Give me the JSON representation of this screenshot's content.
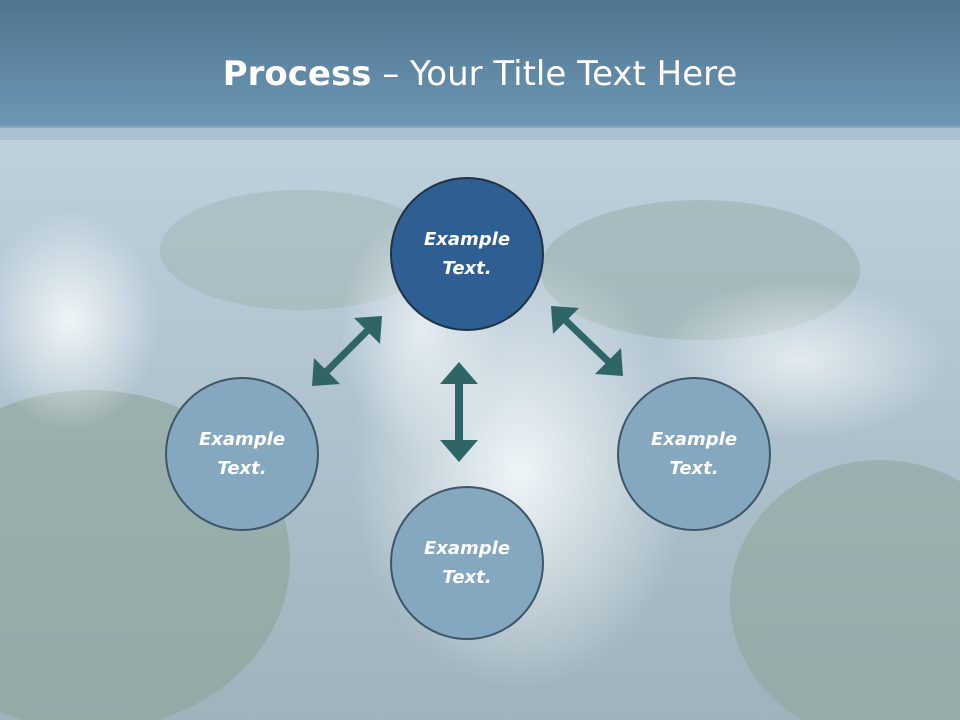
{
  "slide": {
    "title_bold": "Process",
    "title_rest": " – Your Title Text Here"
  },
  "nodes": [
    {
      "id": "top",
      "line1": "Example",
      "line2": "Text."
    },
    {
      "id": "left",
      "line1": "Example",
      "line2": "Text."
    },
    {
      "id": "bottom",
      "line1": "Example",
      "line2": "Text."
    },
    {
      "id": "right",
      "line1": "Example",
      "line2": "Text."
    }
  ],
  "colors": {
    "header": "#5f88a6",
    "active_node": "#2f5f92",
    "node": "#84a8c0",
    "arrow": "#2f6665"
  }
}
